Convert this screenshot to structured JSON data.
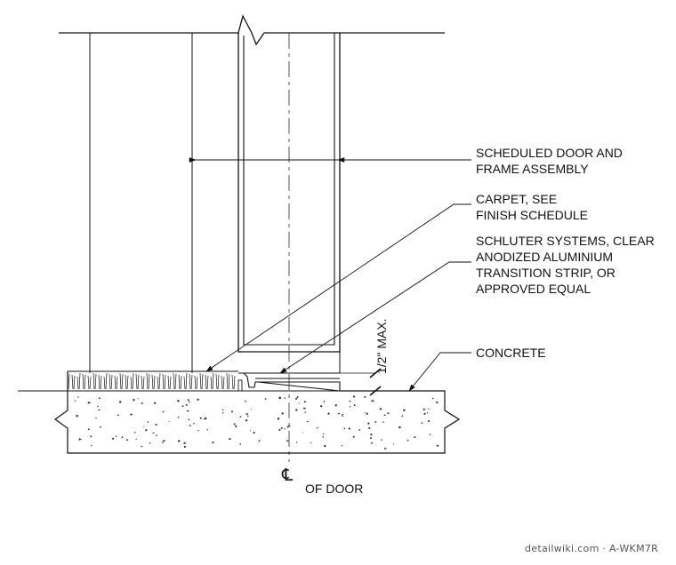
{
  "callouts": {
    "door_frame": [
      "SCHEDULED DOOR AND",
      "FRAME ASSEMBLY"
    ],
    "carpet": [
      "CARPET, SEE",
      "FINISH SCHEDULE"
    ],
    "transition_strip": [
      "SCHLUTER SYSTEMS, CLEAR",
      "ANODIZED ALUMINIUM",
      "TRANSITION STRIP, OR",
      "APPROVED EQUAL"
    ],
    "concrete": "CONCRETE"
  },
  "dimension": {
    "max_height": "1/2\" MAX."
  },
  "centerline": {
    "symbol": "℄",
    "label": "OF DOOR"
  },
  "watermark": "detailwiki.com · A-WKM7R",
  "colors": {
    "line": "#111111",
    "dashed": "#444444",
    "aggregate": "#333333"
  }
}
